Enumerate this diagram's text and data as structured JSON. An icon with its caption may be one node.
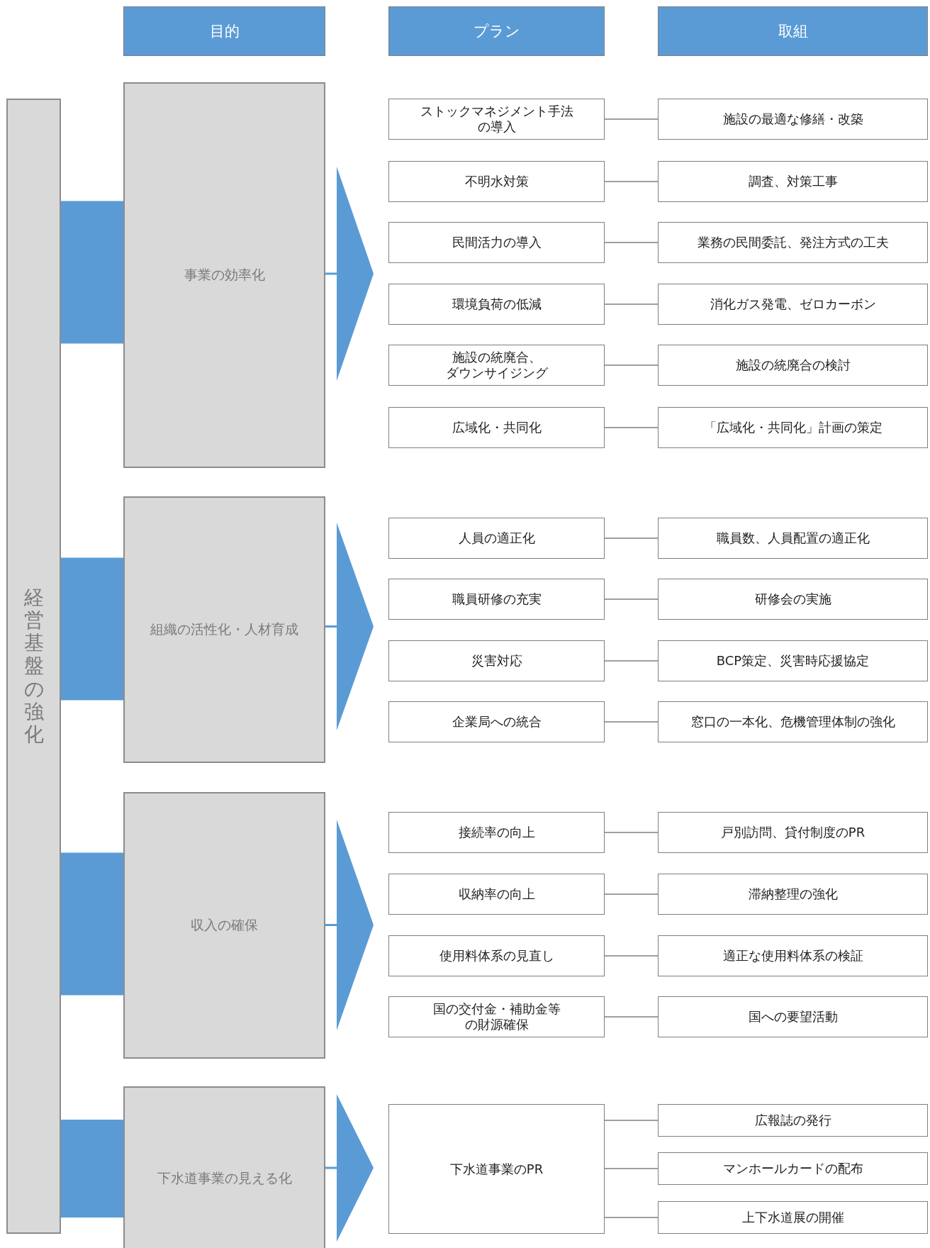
{
  "diagram": {
    "nodes": [
      {
        "text": [
          "目的"
        ]
      },
      {
        "text": [
          "プラン"
        ]
      },
      {
        "text": [
          "取組"
        ]
      },
      {
        "text": [
          "経営基盤の強化"
        ]
      },
      {
        "text": [
          "事業の効率化"
        ]
      },
      {
        "text": [
          "ストックマネジメント手法の導入"
        ]
      },
      {
        "text": [
          "施設の最適な修繕・改築"
        ]
      },
      {
        "text": [
          "不明水対策"
        ]
      },
      {
        "text": [
          "調査、対策工事"
        ]
      },
      {
        "text": [
          "民間活力の導入"
        ]
      },
      {
        "text": [
          "業務の民間委託、発注方式の工夫"
        ]
      },
      {
        "text": [
          "環境負荷の低減"
        ]
      },
      {
        "text": [
          "消化ガス発電、ゼロカーボン"
        ]
      },
      {
        "text": [
          "施設の統廃合、ダウンサイジング"
        ]
      },
      {
        "text": [
          "施設の統廃合の検討"
        ]
      },
      {
        "text": [
          "広域化・共同化"
        ]
      },
      {
        "text": [
          "「広域化・共同化」計画の策定"
        ]
      },
      {
        "text": [
          "組織の活性化・人材育成"
        ]
      },
      {
        "text": [
          "人員の適正化"
        ]
      },
      {
        "text": [
          "職員数、人員配置の適正化"
        ]
      },
      {
        "text": [
          "職員研修の充実"
        ]
      },
      {
        "text": [
          "研修会の実施"
        ]
      },
      {
        "text": [
          "災害対応"
        ]
      },
      {
        "text": [
          "BCP策定、災害時応援協定"
        ]
      },
      {
        "text": [
          "企業局への統合"
        ]
      },
      {
        "text": [
          "窓口の一本化、危機管理体制の強化"
        ]
      },
      {
        "text": [
          "収入の確保"
        ]
      },
      {
        "text": [
          "接続率の向上"
        ]
      },
      {
        "text": [
          "戸別訪問、貸付制度のPR"
        ]
      },
      {
        "text": [
          "収納率の向上"
        ]
      },
      {
        "text": [
          "滞納整理の強化"
        ]
      },
      {
        "text": [
          "使用料体系の見直し"
        ]
      },
      {
        "text": [
          "適正な使用料体系の検証"
        ]
      },
      {
        "text": [
          "国の交付金・補助金等の財源確保"
        ]
      },
      {
        "text": [
          "国への要望活動"
        ]
      },
      {
        "text": [
          "下水道事業の見える化"
        ]
      },
      {
        "text": [
          "下水道事業のPR"
        ]
      },
      {
        "text": [
          "広報誌の発行"
        ]
      },
      {
        "text": [
          "マンホールカードの配布"
        ]
      },
      {
        "text": [
          "上下水道展の開催"
        ]
      }
    ],
    "edges": [
      {
        "from": 3,
        "to": 4,
        "arrow": "none",
        "style": "thick",
        "color": "#5b9bd5"
      },
      {
        "from": 3,
        "to": 17,
        "arrow": "none",
        "style": "thick",
        "color": "#5b9bd5"
      },
      {
        "from": 3,
        "to": 26,
        "arrow": "none",
        "style": "thick",
        "color": "#5b9bd5"
      },
      {
        "from": 3,
        "to": 35,
        "arrow": "none",
        "style": "thick",
        "color": "#5b9bd5"
      },
      {
        "from": 4,
        "to": 7,
        "arrow": "to",
        "style": "thick",
        "color": "#5b9bd5"
      },
      {
        "from": 17,
        "to": 18,
        "arrow": "to",
        "style": "thick",
        "color": "#5b9bd5"
      },
      {
        "from": 26,
        "to": 27,
        "arrow": "to",
        "style": "thick",
        "color": "#5b9bd5"
      },
      {
        "from": 35,
        "to": 36,
        "arrow": "to",
        "style": "thick",
        "color": "#5b9bd5"
      },
      {
        "from": 5,
        "to": 6,
        "arrow": "none"
      },
      {
        "from": 7,
        "to": 8,
        "arrow": "none"
      },
      {
        "from": 9,
        "to": 10,
        "arrow": "none"
      },
      {
        "from": 11,
        "to": 12,
        "arrow": "none"
      },
      {
        "from": 13,
        "to": 14,
        "arrow": "none"
      },
      {
        "from": 15,
        "to": 16,
        "arrow": "none"
      },
      {
        "from": 18,
        "to": 19,
        "arrow": "none"
      },
      {
        "from": 20,
        "to": 21,
        "arrow": "none"
      },
      {
        "from": 22,
        "to": 23,
        "arrow": "none"
      },
      {
        "from": 24,
        "to": 25,
        "arrow": "none"
      },
      {
        "from": 27,
        "to": 28,
        "arrow": "none"
      },
      {
        "from": 29,
        "to": 30,
        "arrow": "none"
      },
      {
        "from": 31,
        "to": 32,
        "arrow": "none"
      },
      {
        "from": 33,
        "to": 34,
        "arrow": "none"
      },
      {
        "from": 36,
        "to": 37,
        "arrow": "none"
      },
      {
        "from": 36,
        "to": 38,
        "arrow": "none"
      },
      {
        "from": 36,
        "to": 39,
        "arrow": "none"
      }
    ]
  }
}
